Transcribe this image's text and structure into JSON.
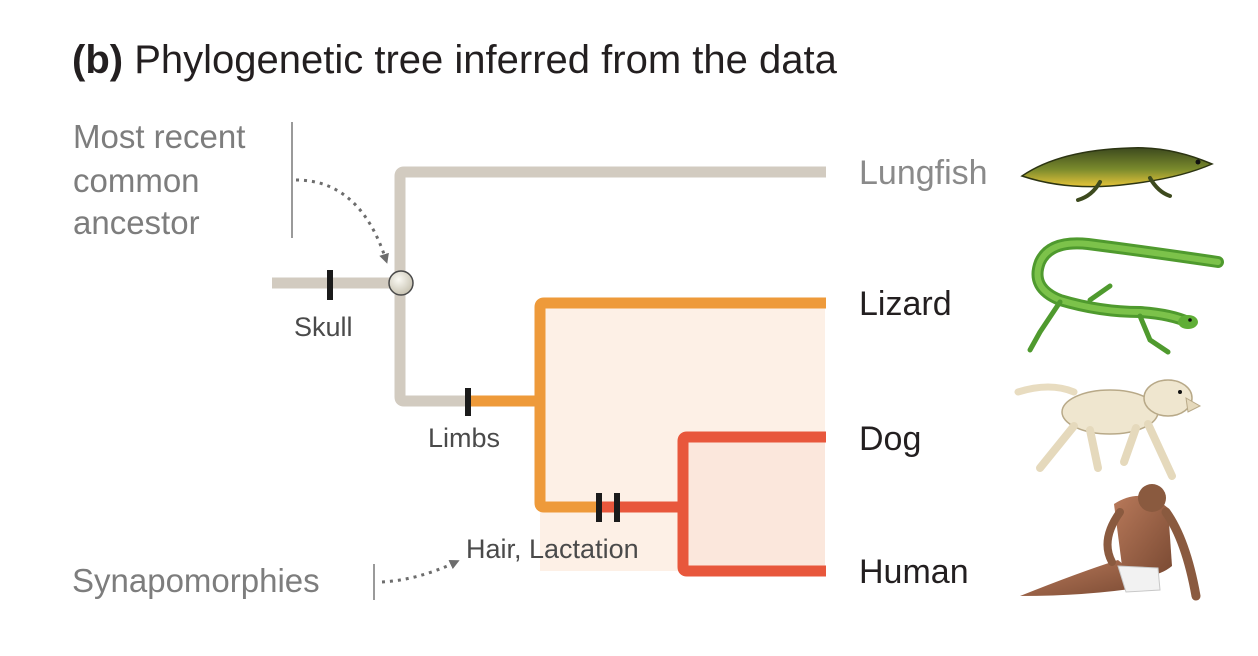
{
  "title": {
    "bold": "(b)",
    "text": "Phylogenetic tree inferred from the data"
  },
  "annotations": {
    "mrca_lines": [
      "Most recent",
      "common",
      "ancestor"
    ],
    "synapomorphies": "Synapomorphies"
  },
  "traits": {
    "skull": "Skull",
    "limbs": "Limbs",
    "hair_lactation": "Hair, Lactation"
  },
  "taxa": {
    "lungfish": "Lungfish",
    "lizard": "Lizard",
    "dog": "Dog",
    "human": "Human"
  },
  "colors": {
    "basal_branch": "#d2cbc0",
    "tetrapod_branch": "#ee9a3a",
    "mammal_branch": "#e8573c",
    "tetrapod_clade_fill": "#fdf0e6",
    "mammal_clade_fill": "#fbe7dc",
    "marker": "#1b1b1b",
    "ancestor_node": "#e6e2d4"
  }
}
